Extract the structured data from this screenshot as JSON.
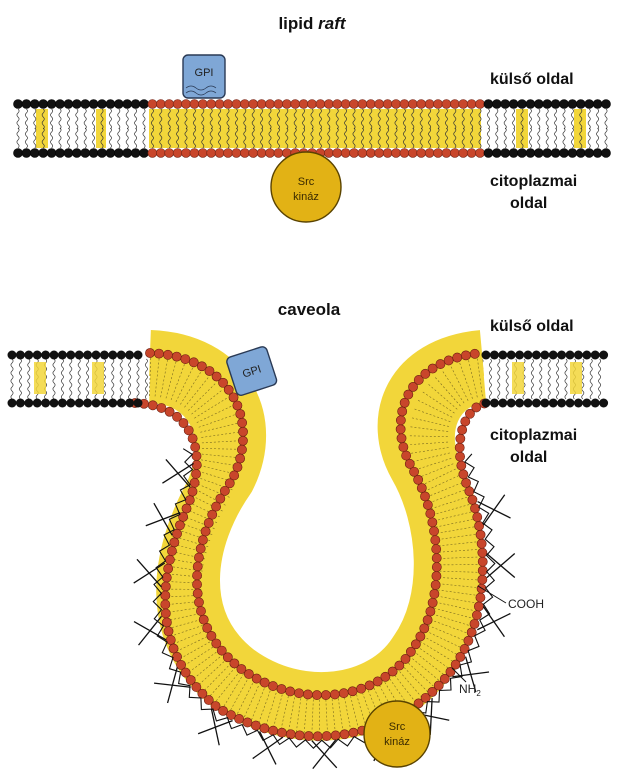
{
  "raft": {
    "title_prefix": "lipid ",
    "title_italic": "raft",
    "outer_label": "külső oldal",
    "cyto_label_1": "citoplazmai",
    "cyto_label_2": "oldal",
    "gpi": "GPI",
    "src_1": "Src",
    "src_2": "kináz"
  },
  "caveola": {
    "title": "caveola",
    "outer_label": "külső oldal",
    "cyto_label_1": "citoplazmai",
    "cyto_label_2": "oldal",
    "gpi": "GPI",
    "cooh": "COOH",
    "nh2": "NH",
    "nh2_sub": "2",
    "src_1": "Src",
    "src_2": "kináz"
  },
  "colors": {
    "head_plain": "#111111",
    "head_raft": "#c8462b",
    "tail_cholesterol": "#f2d63a",
    "gpi_fill": "#7fa7d6",
    "src_fill": "#e2b215"
  }
}
